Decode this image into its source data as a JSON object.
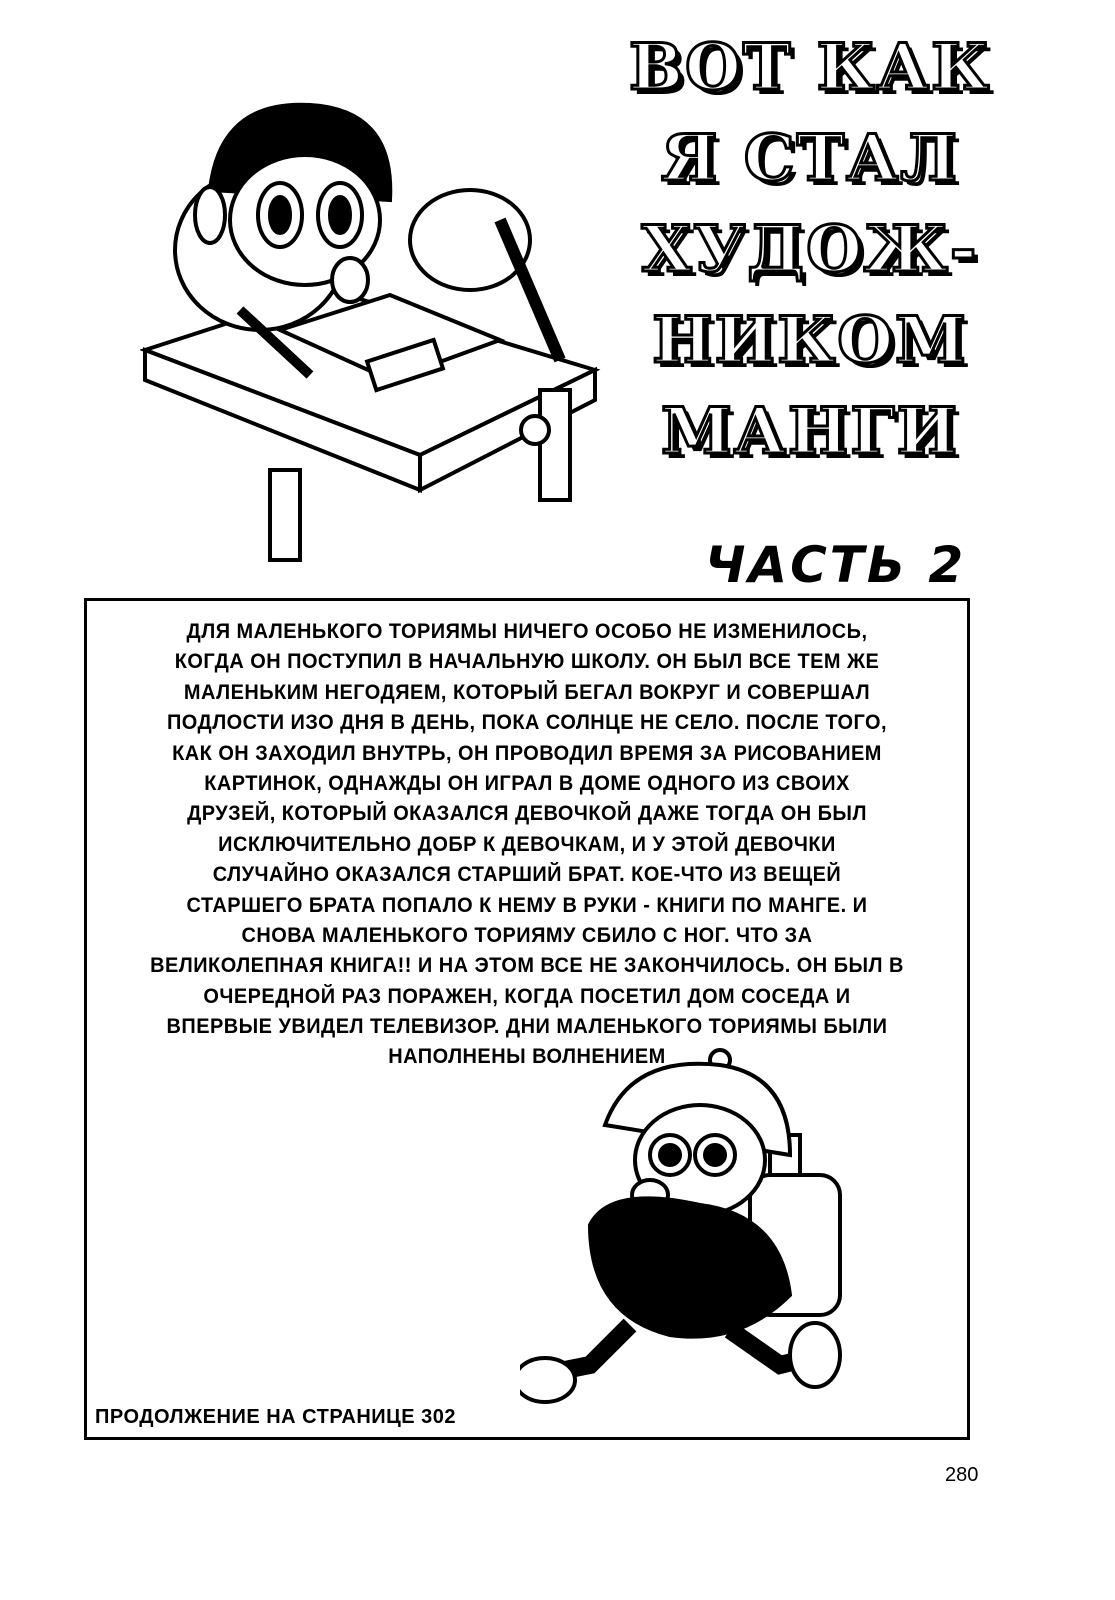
{
  "title": {
    "lines": [
      "ВОТ КАК",
      "Я СТАЛ",
      "ХУДОЖ-",
      "НИКОМ",
      "МАНГИ"
    ]
  },
  "part": "ЧАСТЬ 2",
  "story": {
    "lines": [
      "ДЛЯ МАЛЕНЬКОГО ТОРИЯМЫ НИЧЕГО ОСОБО НЕ ИЗМЕНИЛОСЬ,",
      "КОГДА ОН ПОСТУПИЛ В НАЧАЛЬНУЮ ШКОЛУ. ОН БЫЛ ВСЕ ТЕМ ЖЕ",
      "МАЛЕНЬКИМ НЕГОДЯЕМ, КОТОРЫЙ БЕГАЛ ВОКРУГ И СОВЕРШАЛ",
      "ПОДЛОСТИ ИЗО ДНЯ В ДЕНЬ, ПОКА СОЛНЦЕ НЕ СЕЛО. ПОСЛЕ ТОГО,",
      "КАК ОН ЗАХОДИЛ ВНУТРЬ, ОН ПРОВОДИЛ ВРЕМЯ ЗА РИСОВАНИЕМ",
      "КАРТИНОК, ОДНАЖДЫ ОН ИГРАЛ В ДОМЕ ОДНОГО ИЗ СВОИХ",
      "ДРУЗЕЙ, КОТОРЫЙ ОКАЗАЛСЯ ДЕВОЧКОЙ ДАЖЕ ТОГДА ОН БЫЛ",
      "ИСКЛЮЧИТЕЛЬНО ДОБР К ДЕВОЧКАМ, И У ЭТОЙ ДЕВОЧКИ",
      "СЛУЧАЙНО ОКАЗАЛСЯ СТАРШИЙ БРАТ. КОЕ-ЧТО ИЗ ВЕЩЕЙ",
      "СТАРШЕГО БРАТА ПОПАЛО К НЕМУ В РУКИ - КНИГИ ПО МАНГЕ.  И",
      "СНОВА МАЛЕНЬКОГО ТОРИЯМУ СБИЛО С НОГ.  ЧТО ЗА",
      "ВЕЛИКОЛЕПНАЯ КНИГА!! И НА ЭТОМ ВСЕ НЕ ЗАКОНЧИЛОСЬ. ОН БЫЛ В",
      "ОЧЕРЕДНОЙ РАЗ ПОРАЖЕН, КОГДА ПОСЕТИЛ ДОМ СОСЕДА И",
      "ВПЕРВЫЕ УВИДЕЛ ТЕЛЕВИЗОР. ДНИ МАЛЕНЬКОГО ТОРИЯМЫ БЫЛИ",
      "НАПОЛНЕНЫ ВОЛНЕНИЕМ"
    ]
  },
  "continued": "ПРОДОЛЖЕНИЕ НА СТРАНИЦЕ 302",
  "page_number": "280"
}
